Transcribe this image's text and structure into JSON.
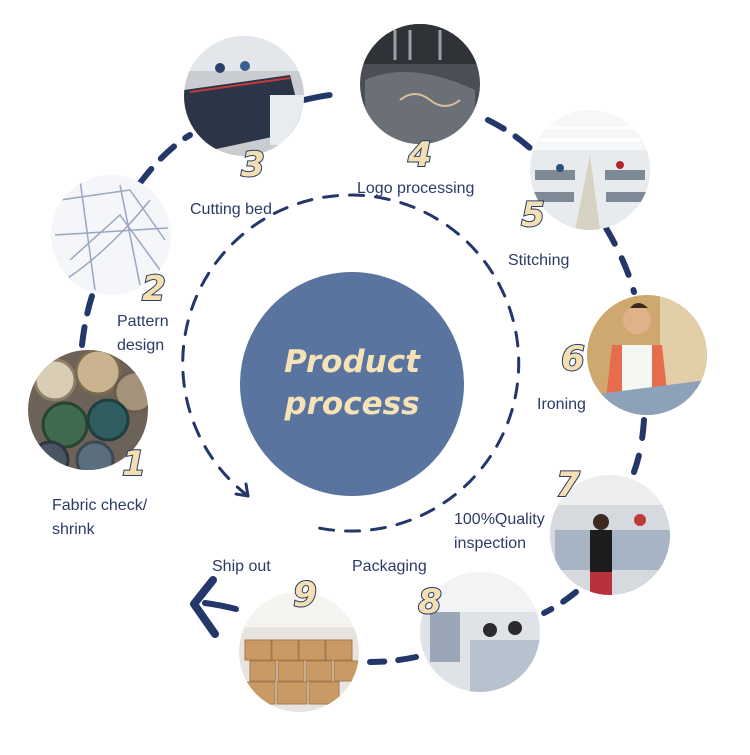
{
  "center": {
    "line1": "Product",
    "line2": "process"
  },
  "colors": {
    "navy": "#23376b",
    "center_fill": "#5a74a0",
    "number_fill": "#f3dfb0",
    "center_text": "#f5e2b6"
  },
  "steps": [
    {
      "number": "1",
      "label_lines": [
        "Fabric check/",
        "shrink"
      ],
      "photo": "fabric-rolls"
    },
    {
      "number": "2",
      "label_lines": [
        "Pattern",
        "design"
      ],
      "photo": "pattern-sketch"
    },
    {
      "number": "3",
      "label_lines": [
        "Cutting bed"
      ],
      "photo": "cutting-table"
    },
    {
      "number": "4",
      "label_lines": [
        "Logo processing"
      ],
      "photo": "embroidery-machine"
    },
    {
      "number": "5",
      "label_lines": [
        "Stitching"
      ],
      "photo": "sewing-workshop"
    },
    {
      "number": "6",
      "label_lines": [
        "Ironing"
      ],
      "photo": "worker-ironing"
    },
    {
      "number": "7",
      "label_lines": [
        "100%Quality",
        "inspection"
      ],
      "photo": "inspection-line"
    },
    {
      "number": "8",
      "label_lines": [
        "Packaging"
      ],
      "photo": "packing-room"
    },
    {
      "number": "9",
      "label_lines": [
        "Ship out"
      ],
      "photo": "carton-warehouse"
    }
  ]
}
